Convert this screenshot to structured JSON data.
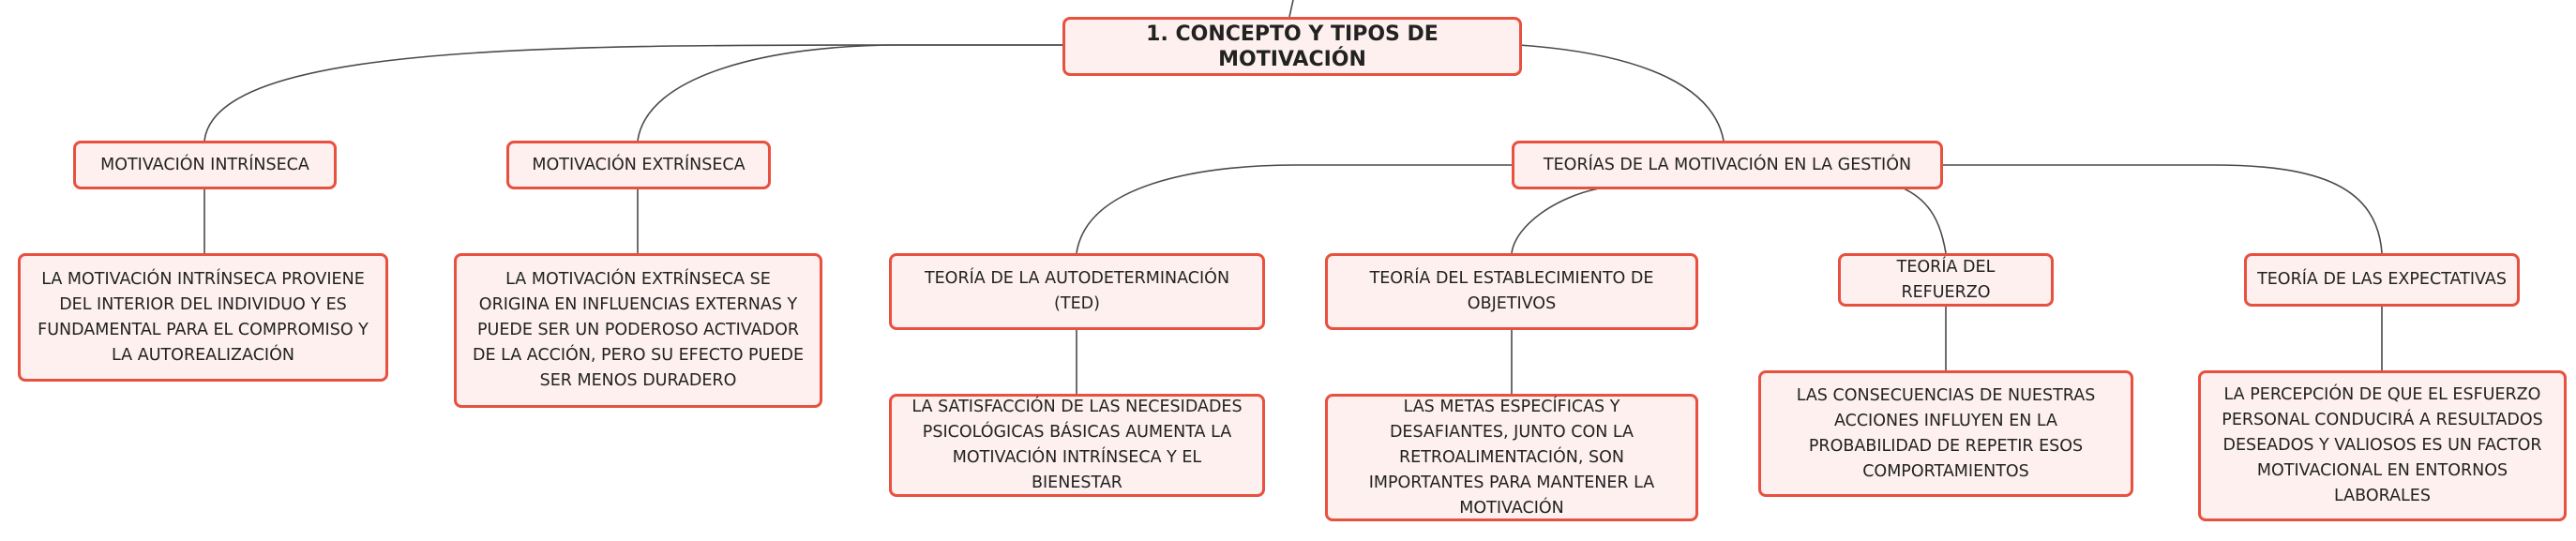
{
  "colors": {
    "node_border": "#e8503f",
    "node_fill": "#fdf0ee",
    "connector": "#4a4a4a",
    "text": "#222222"
  },
  "root": {
    "label": "1. CONCEPTO Y TIPOS DE MOTIVACIÓN"
  },
  "intrinseca": {
    "label": "MOTIVACIÓN INTRÍNSECA",
    "detail": "LA MOTIVACIÓN INTRÍNSECA PROVIENE DEL INTERIOR DEL INDIVIDUO Y ES FUNDAMENTAL PARA EL COMPROMISO Y LA AUTOREALIZACIÓN"
  },
  "extrinseca": {
    "label": "MOTIVACIÓN EXTRÍNSECA",
    "detail": "LA MOTIVACIÓN EXTRÍNSECA SE ORIGINA EN INFLUENCIAS EXTERNAS Y PUEDE SER UN PODEROSO ACTIVADOR DE LA ACCIÓN, PERO SU EFECTO PUEDE SER MENOS DURADERO"
  },
  "teorias": {
    "label": "TEORÍAS DE LA MOTIVACIÓN EN LA GESTIÓN",
    "ted": {
      "label": "TEORÍA DE LA AUTODETERMINACIÓN (TED)",
      "detail": "LA SATISFACCIÓN DE LAS NECESIDADES PSICOLÓGICAS BÁSICAS AUMENTA LA MOTIVACIÓN INTRÍNSECA Y EL BIENESTAR"
    },
    "objetivos": {
      "label": "TEORÍA DEL ESTABLECIMIENTO DE OBJETIVOS",
      "detail": "LAS METAS ESPECÍFICAS Y DESAFIANTES, JUNTO CON LA RETROALIMENTACIÓN, SON IMPORTANTES PARA MANTENER LA MOTIVACIÓN"
    },
    "refuerzo": {
      "label": "TEORÍA DEL REFUERZO",
      "detail": "LAS CONSECUENCIAS DE NUESTRAS ACCIONES INFLUYEN EN LA PROBABILIDAD DE REPETIR ESOS COMPORTAMIENTOS"
    },
    "expectativas": {
      "label": "TEORÍA DE LAS EXPECTATIVAS",
      "detail": "LA PERCEPCIÓN DE QUE EL ESFUERZO PERSONAL CONDUCIRÁ A RESULTADOS DESEADOS Y VALIOSOS ES UN FACTOR MOTIVACIONAL EN ENTORNOS LABORALES"
    }
  }
}
